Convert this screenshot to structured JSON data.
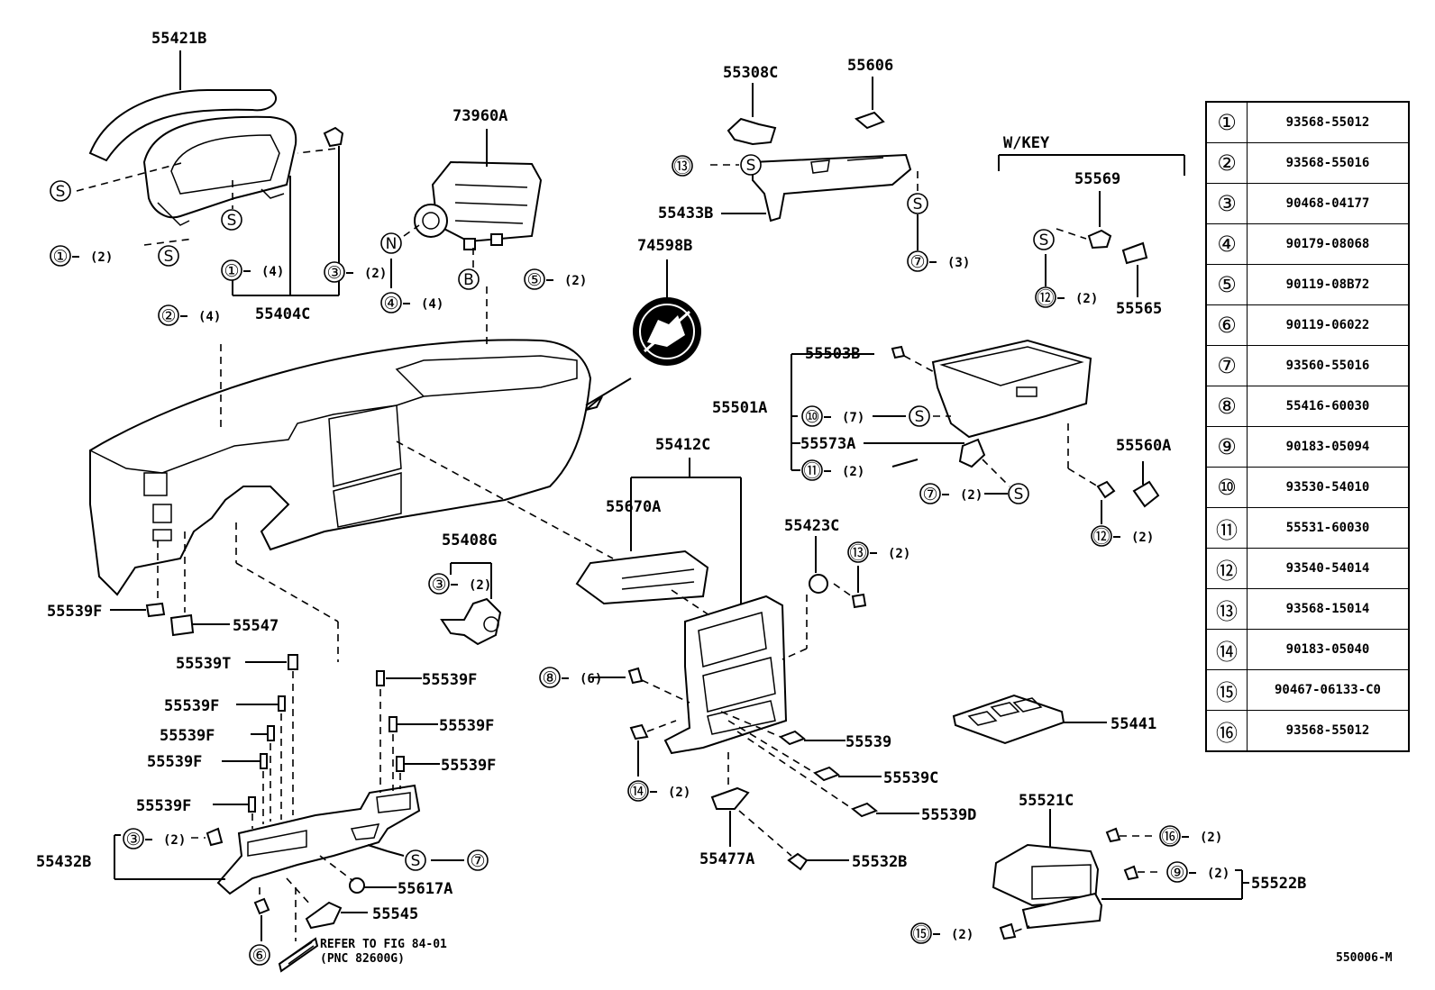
{
  "callout_labels": {
    "p55421B": "55421B",
    "p73960A": "73960A",
    "p55308C": "55308C",
    "p55606": "55606",
    "p55433B": "55433B",
    "wkey": "W/KEY",
    "p55569": "55569",
    "p55565": "55565",
    "p55404C": "55404C",
    "p74598B": "74598B",
    "p55503B": "55503B",
    "p55501A": "55501A",
    "p55573A": "55573A",
    "p55560A": "55560A",
    "p55412C": "55412C",
    "p55670A": "55670A",
    "p55408G": "55408G",
    "p55423C": "55423C",
    "p55539F": "55539F",
    "p55547": "55547",
    "p55539T": "55539T",
    "p55432B": "55432B",
    "p55617A": "55617A",
    "p55545": "55545",
    "p55539": "55539",
    "p55539C": "55539C",
    "p55539D": "55539D",
    "p55477A": "55477A",
    "p55532B": "55532B",
    "p55441": "55441",
    "p55521C": "55521C",
    "p55522B": "55522B",
    "refer_line1": "REFER TO FIG 84-01",
    "refer_line2": "(PNC 82600G)",
    "figure_code": "550006-M"
  },
  "quantities": {
    "q2": "(2)",
    "q3": "(3)",
    "q4": "(4)",
    "q6": "(6)",
    "q7": "(7)"
  },
  "circle_symbols": {
    "S": "S",
    "N": "N",
    "B": "B"
  },
  "bolt_table": [
    {
      "key": "①",
      "part": "93568-55012"
    },
    {
      "key": "②",
      "part": "93568-55016"
    },
    {
      "key": "③",
      "part": "90468-04177"
    },
    {
      "key": "④",
      "part": "90179-08068"
    },
    {
      "key": "⑤",
      "part": "90119-08B72"
    },
    {
      "key": "⑥",
      "part": "90119-06022"
    },
    {
      "key": "⑦",
      "part": "93560-55016"
    },
    {
      "key": "⑧",
      "part": "55416-60030"
    },
    {
      "key": "⑨",
      "part": "90183-05094"
    },
    {
      "key": "⑩",
      "part": "93530-54010"
    },
    {
      "key": "⑪",
      "part": "55531-60030"
    },
    {
      "key": "⑫",
      "part": "93540-54014"
    },
    {
      "key": "⑬",
      "part": "93568-15014"
    },
    {
      "key": "⑭",
      "part": "90183-05040"
    },
    {
      "key": "⑮",
      "part": "90467-06133-C0"
    },
    {
      "key": "⑯",
      "part": "93568-55012"
    }
  ]
}
